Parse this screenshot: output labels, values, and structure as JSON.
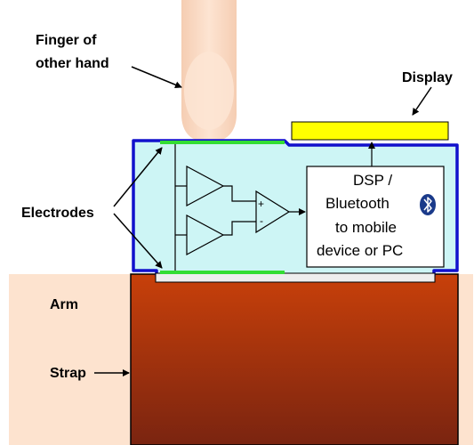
{
  "labels": {
    "finger_line1": "Finger of",
    "finger_line2": "other hand",
    "display": "Display",
    "electrodes": "Electrodes",
    "arm": "Arm",
    "strap": "Strap"
  },
  "dsp_box": {
    "line1": "DSP /",
    "line2": "Bluetooth",
    "line3": "to mobile",
    "line4": "device or PC"
  },
  "diff_amp": {
    "plus": "+",
    "minus": "-"
  },
  "icons": [
    "bluetooth-icon"
  ],
  "colors": {
    "arm": "#fde3cf",
    "finger": "#fbdcc6",
    "device_fill": "#cdf5f5",
    "device_border": "#1111cc",
    "electrode": "#33dd33",
    "display": "#ffff00",
    "strap_top": "#c8400a",
    "strap_bottom": "#7a2410",
    "bluetooth": "#1a3a8a"
  }
}
